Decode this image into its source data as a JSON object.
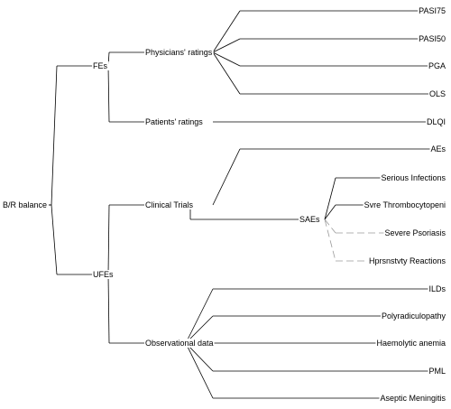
{
  "tree": {
    "root": "B/R balance",
    "groups": [
      {
        "label": "FEs",
        "children": [
          {
            "label": "Physicians' ratings",
            "leaves": [
              {
                "label": "PASI75",
                "dashed": false
              },
              {
                "label": "PASI50",
                "dashed": false
              },
              {
                "label": "PGA",
                "dashed": false
              },
              {
                "label": "OLS",
                "dashed": false
              }
            ]
          },
          {
            "label": "Patients' ratings",
            "leaves": [
              {
                "label": "DLQI",
                "dashed": false
              }
            ]
          }
        ]
      },
      {
        "label": "UFEs",
        "children": [
          {
            "label": "Clinical Trials",
            "leaves": [
              {
                "label": "AEs",
                "dashed": false
              }
            ],
            "subgroup": {
              "label": "SAEs",
              "leaves": [
                {
                  "label": "Serious Infections",
                  "dashed": false
                },
                {
                  "label": "Svre Thrombocytopeni",
                  "dashed": false
                },
                {
                  "label": "Severe Psoriasis",
                  "dashed": true
                },
                {
                  "label": "Hprsnstvty Reactions",
                  "dashed": true
                }
              ]
            }
          },
          {
            "label": "Observational data",
            "leaves": [
              {
                "label": "ILDs",
                "dashed": false
              },
              {
                "label": "Polyradiculopathy",
                "dashed": false
              },
              {
                "label": "Haemolytic anemia",
                "dashed": false
              },
              {
                "label": "PML",
                "dashed": false
              },
              {
                "label": "Aseptic Meningitis",
                "dashed": false
              }
            ]
          }
        ]
      }
    ]
  }
}
